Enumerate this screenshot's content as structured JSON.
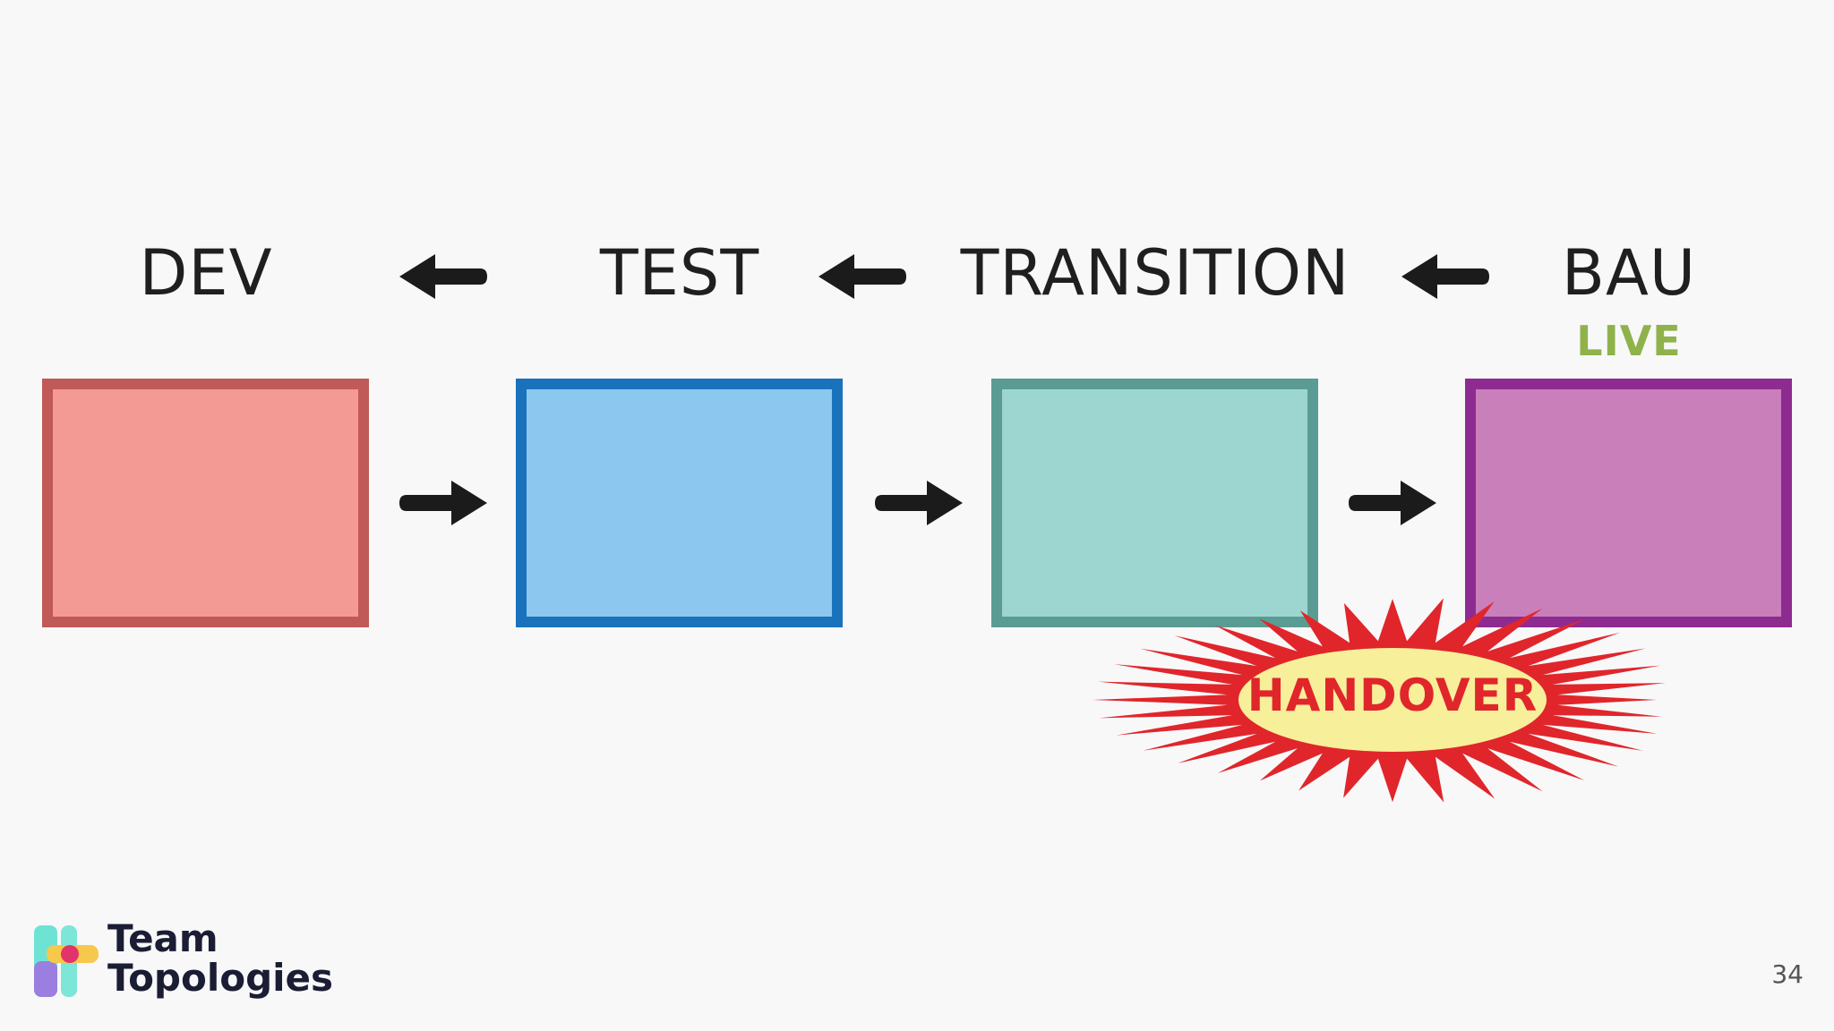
{
  "stages": [
    {
      "label": "DEV",
      "fill": "#f49a94",
      "border": "#bf5a59"
    },
    {
      "label": "TEST",
      "fill": "#8bc7ee",
      "border": "#1a72bd"
    },
    {
      "label": "TRANSITION",
      "fill": "#9dd6d0",
      "border": "#5a9c94"
    },
    {
      "label": "BAU",
      "fill": "#c97fba",
      "border": "#8e2b91"
    }
  ],
  "live_label": "LIVE",
  "live_color": "#8fb24a",
  "handover_label": "HANDOVER",
  "burst_colors": {
    "rays": "#e0262b",
    "center": "#f7ef9a"
  },
  "brand": {
    "line1": "Team",
    "line2": "Topologies"
  },
  "page_number": "34",
  "icons": {
    "forward_arrow": "arrow-right-icon",
    "back_arrow": "arrow-left-icon",
    "logo": "team-topologies-logo-icon"
  }
}
